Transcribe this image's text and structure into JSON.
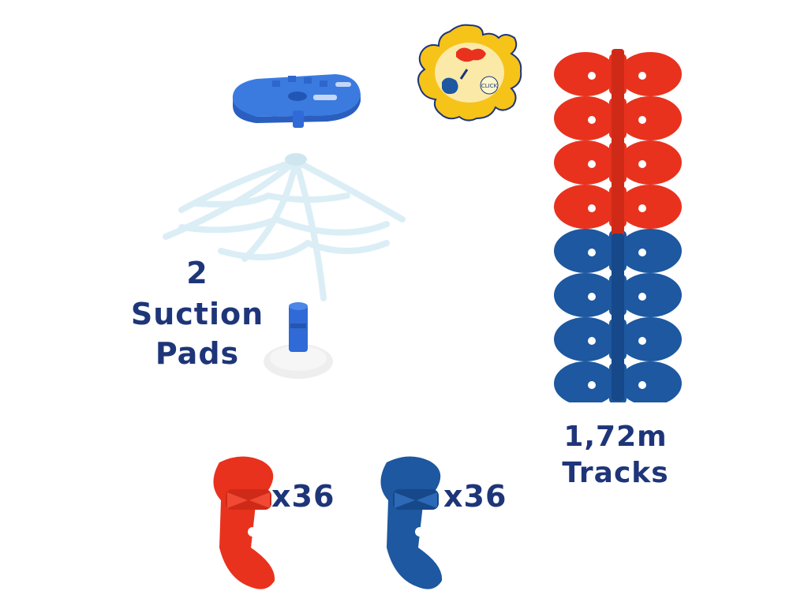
{
  "scene": {
    "background": "#ffffff",
    "ink_color": "#1e3579",
    "red": "#e8321e",
    "blue": "#1d58a0",
    "base_blue": "#3b7be0",
    "frost": "#dbeef6"
  },
  "labels": {
    "suction_count": "2",
    "suction_text": "Suction",
    "pads_text": "Pads",
    "red_piece_count": "x36",
    "blue_piece_count": "x36",
    "track_length": "1,72m",
    "track_text": "Tracks"
  },
  "badge": {
    "click_text": "CLICK",
    "color": "#f6c318"
  },
  "tracks": {
    "red_segments": 4,
    "blue_segments": 4
  }
}
